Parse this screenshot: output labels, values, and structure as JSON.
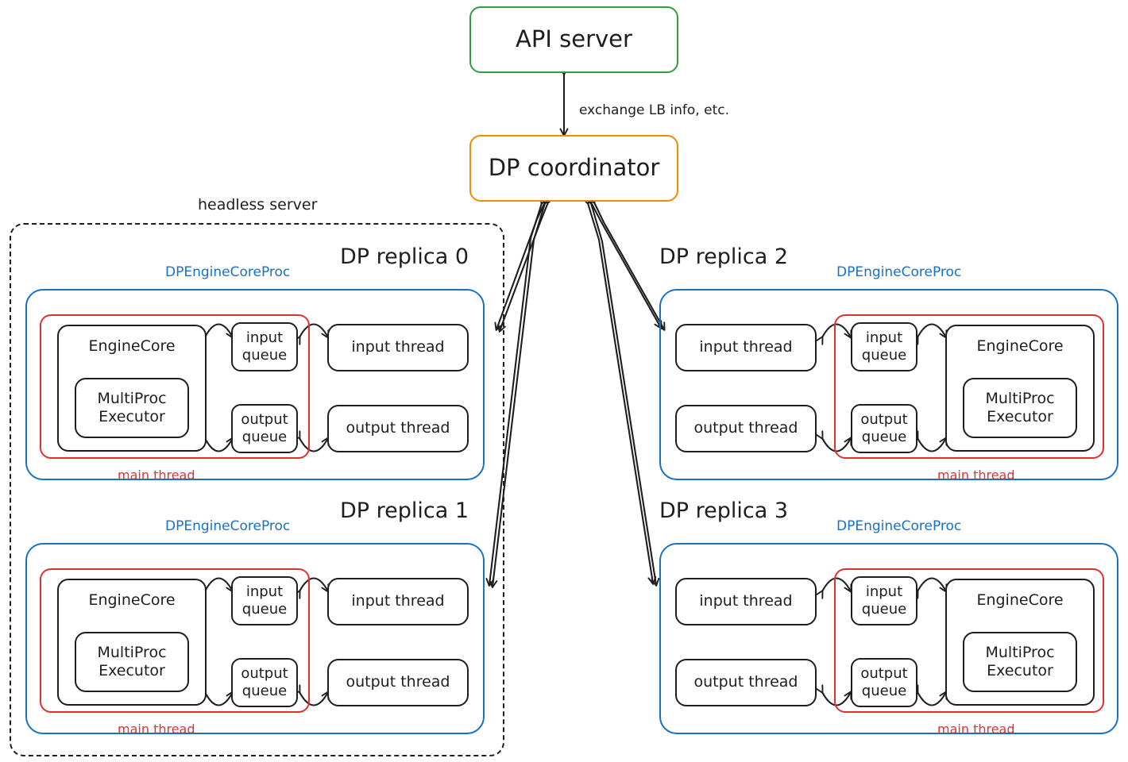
{
  "diagram": {
    "title_nodes": {
      "api_server": "API server",
      "dp_coordinator": "DP coordinator"
    },
    "edge_labels": {
      "coordinator_api": "exchange LB info, etc."
    },
    "boundary": {
      "headless_server": "headless server"
    },
    "frame_labels": {
      "engine_core_proc": "DPEngineCoreProc",
      "main_thread": "main thread"
    },
    "node_labels": {
      "engine_core": "EngineCore",
      "multiproc_executor": "MultiProc\nExecutor",
      "input_queue": "input\nqueue",
      "output_queue": "output\nqueue",
      "input_thread": "input thread",
      "output_thread": "output thread"
    },
    "replicas": [
      {
        "id": 0,
        "title": "DP replica 0",
        "orientation": "left",
        "inside_headless": true
      },
      {
        "id": 1,
        "title": "DP replica 1",
        "orientation": "left",
        "inside_headless": true
      },
      {
        "id": 2,
        "title": "DP replica 2",
        "orientation": "right",
        "inside_headless": false
      },
      {
        "id": 3,
        "title": "DP replica 3",
        "orientation": "right",
        "inside_headless": false
      }
    ],
    "colors": {
      "api_server_border": "#2f9e44",
      "coordinator_border": "#f08c00",
      "proc_border": "#1971c2",
      "main_thread_border": "#e03131",
      "node_border": "#1e1e1e",
      "background": "#ffffff"
    }
  }
}
